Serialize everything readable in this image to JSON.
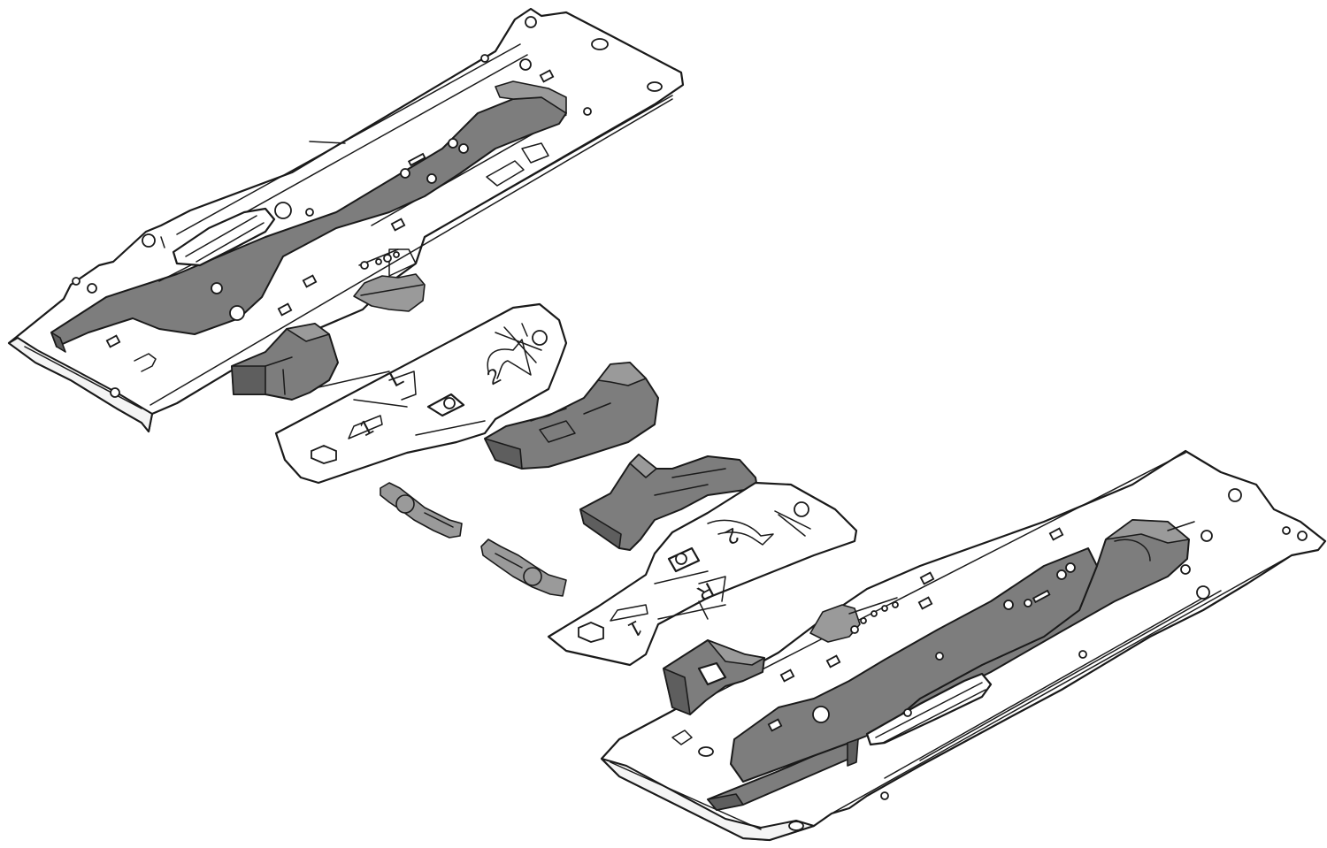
{
  "diagram": {
    "left_bracket_labels": {
      "side": "L",
      "step_1": "1",
      "step_2": "2"
    },
    "right_bracket_labels": {
      "side": "R",
      "step_1": "1",
      "step_2": "2"
    },
    "colors": {
      "line": "#1a1a1a",
      "plate": "#ffffff",
      "mechanism": "#7d7d7d",
      "mechanism_dark": "#5e5e5e"
    }
  }
}
